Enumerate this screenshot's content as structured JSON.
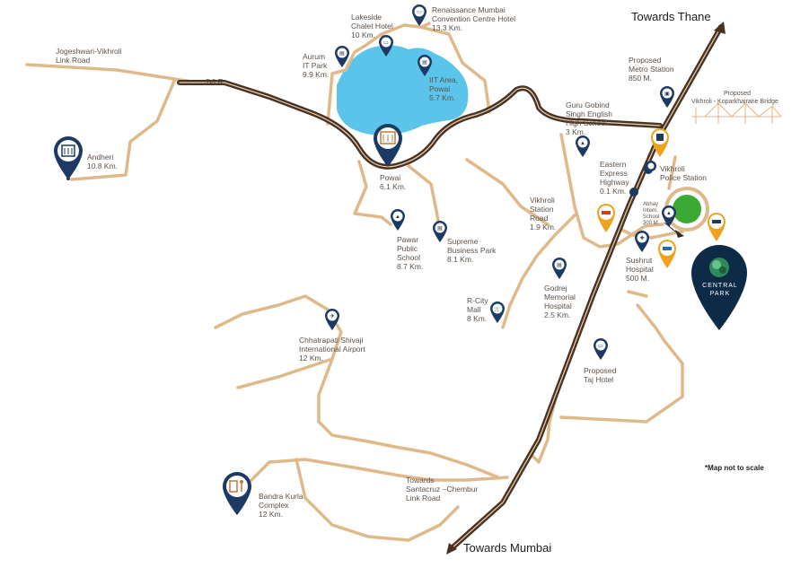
{
  "colors": {
    "road": "#e0b98a",
    "highway": "#4a3222",
    "highway_stripe": "#e8d2b4",
    "lake": "#5bc4ea",
    "pin_navy": "#1c3a63",
    "pin_orange": "#f0a21e",
    "park_navy": "#0d2a47"
  },
  "headings": {
    "towards_thane": "Towards Thane",
    "towards_mumbai": "Towards Mumbai",
    "note": "*Map not to scale"
  },
  "roads": {
    "jvlr": "JVLR"
  },
  "places": {
    "jogeshwari": [
      "Jogeshwari-Vikhroli",
      "Link Road"
    ],
    "andheri": [
      "Andheri",
      "10.8 Km."
    ],
    "lakeside": [
      "Lakeside",
      "Chalet Hotel",
      "10 Km."
    ],
    "renaissance": [
      "Renaissance Mumbai",
      "Convention Centre Hotel",
      "13.3 Km."
    ],
    "aurum": [
      "Aurum",
      "IT Park",
      "9.9 Km."
    ],
    "iit": [
      "IIT Area,",
      "Powai",
      "5.7 Km."
    ],
    "powai": [
      "Powai",
      "6.1 Km."
    ],
    "pawar": [
      "Pawar",
      "Public",
      "School",
      "8.7 Km."
    ],
    "supreme": [
      "Supreme",
      "Business Park",
      "8.1 Km."
    ],
    "guru": [
      "Guru Gobind",
      "Singh English",
      "High School",
      "3 Km."
    ],
    "metro": [
      "Proposed",
      "Metro Station",
      "850 M."
    ],
    "bridge": [
      "Proposed",
      "Vikhroli - Koparkhairane Bridge"
    ],
    "eeh": [
      "Eastern",
      "Express",
      "Highway",
      "0.1 Km."
    ],
    "vikhroli_police": [
      "Vikhroli",
      "Police Station"
    ],
    "vikhroli_station": [
      "Vikhroli",
      "Station",
      "Road",
      "1.9 Km."
    ],
    "abhay": [
      "Abhay",
      "Intern.",
      "School",
      "300 M."
    ],
    "sushrut": [
      "Sushrut",
      "Hospital",
      "500 M."
    ],
    "rcity": [
      "R-City",
      "Mall",
      "8 Km."
    ],
    "godrej": [
      "Godrej",
      "Memorial",
      "Hospital",
      "2.5 Km."
    ],
    "airport": [
      "Chhatrapati Shivaji",
      "International Airport",
      "12 Km."
    ],
    "taj": [
      "Proposed",
      "Taj Hotel"
    ],
    "bkc": [
      "Bandra Kurla",
      "Complex",
      "12 Km."
    ],
    "scl": [
      "Towards",
      "Santacruz –Chembur",
      "Link Road"
    ]
  },
  "logo": {
    "brand": "CENTRAL PARK"
  }
}
